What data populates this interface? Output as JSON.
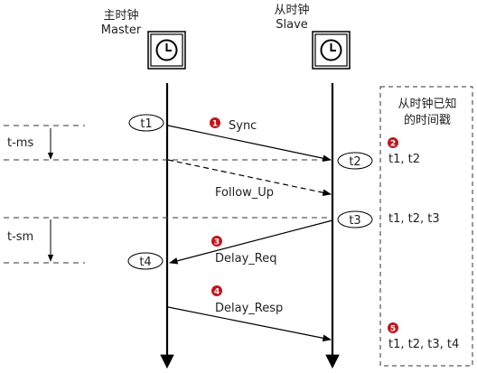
{
  "master": {
    "title_cn": "主时钟",
    "title_en": "Master",
    "icon": "clock-icon"
  },
  "slave": {
    "title_cn": "从时钟",
    "title_en": "Slave",
    "icon": "clock-icon"
  },
  "known_box": {
    "title_line1": "从时钟已知",
    "title_line2": "的时间戳"
  },
  "timestamps": {
    "t1": "t1",
    "t2": "t2",
    "t3": "t3",
    "t4": "t4"
  },
  "intervals": {
    "t_ms": "t-ms",
    "t_sm": "t-sm"
  },
  "messages": {
    "sync": {
      "step": "1",
      "label": "Sync"
    },
    "follow_up": {
      "label": "Follow_Up"
    },
    "delay_req": {
      "step": "3",
      "label": "Delay_Req"
    },
    "delay_resp": {
      "step": "4",
      "label": "Delay_Resp"
    }
  },
  "known": {
    "k2": {
      "step": "2",
      "text": "t1, t2"
    },
    "k3": {
      "text": "t1, t2, t3"
    },
    "k5": {
      "step": "5",
      "text": "t1, t2, t3, t4"
    }
  },
  "colors": {
    "step_badge": "#c0161c",
    "line": "#000000",
    "dashed": "#333333"
  }
}
